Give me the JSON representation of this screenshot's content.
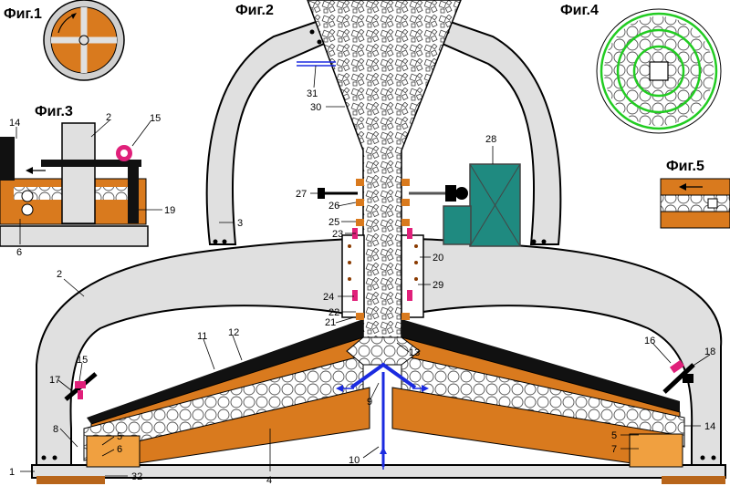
{
  "figures": {
    "fig1": "Фиг.1",
    "fig2": "Фиг.2",
    "fig3": "Фиг.3",
    "fig4": "Фиг.4",
    "fig5": "Фиг.5"
  },
  "callouts": {
    "n1": "1",
    "n2": "2",
    "n3": "3",
    "n4": "4",
    "n5": "5",
    "n6": "6",
    "n7": "7",
    "n8": "8",
    "n9": "9",
    "n10": "10",
    "n11": "11",
    "n12": "12",
    "n13": "13",
    "n14": "14",
    "n15": "15",
    "n16": "16",
    "n17": "17",
    "n18": "18",
    "n19": "19",
    "n20": "20",
    "n21": "21",
    "n22": "22",
    "n23": "23",
    "n24": "24",
    "n25": "25",
    "n26": "26",
    "n27": "27",
    "n28": "28",
    "n29": "29",
    "n30": "30",
    "n31": "31",
    "n32": "32",
    "f3_n2": "2",
    "f3_n6": "6",
    "f3_n14": "14",
    "f3_n15": "15",
    "f3_n19": "19"
  },
  "colors": {
    "frame": "#e0e0e0",
    "orange": "#d97a1e",
    "orange_light": "#f0a040",
    "dark": "#111111",
    "teal": "#1f8a80",
    "green": "#22cc22",
    "blue": "#1b2be0",
    "magenta": "#e0207a"
  }
}
